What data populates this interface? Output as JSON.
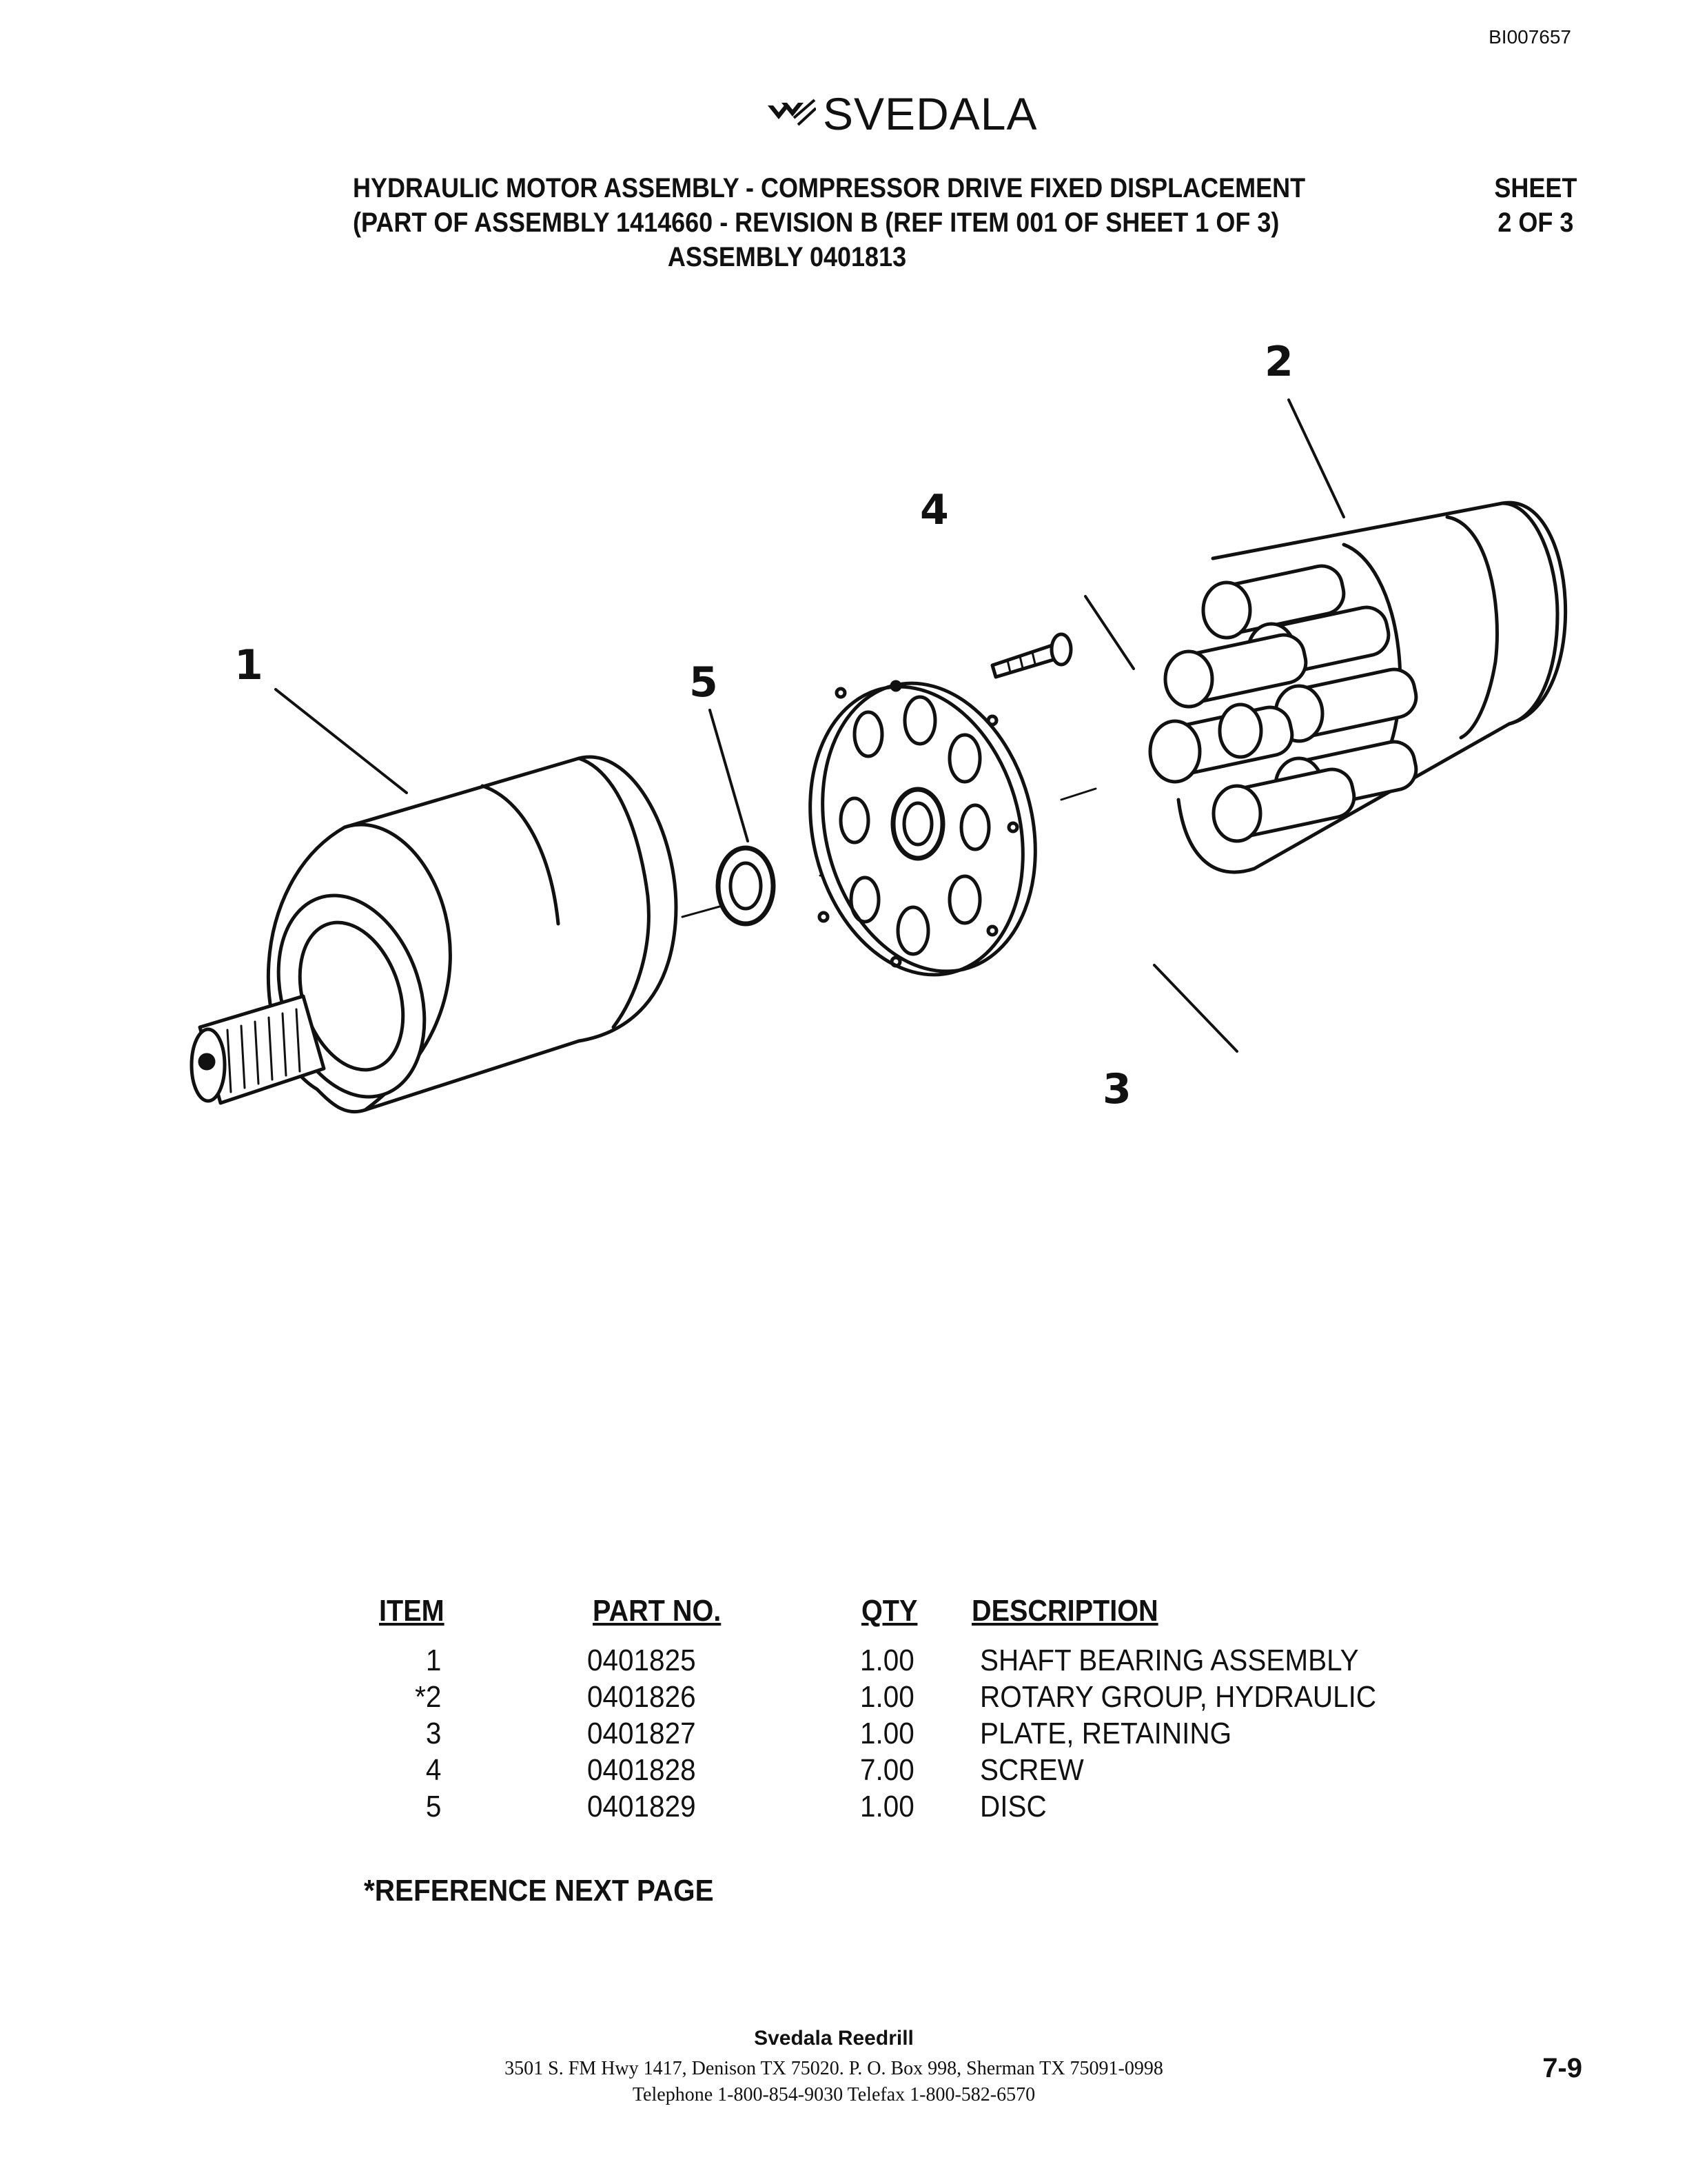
{
  "doc_id": "BI007657",
  "logo": {
    "icon": "svedala-chevron-icon",
    "text": "SVEDALA"
  },
  "title": {
    "line1": "HYDRAULIC MOTOR ASSEMBLY - COMPRESSOR DRIVE FIXED DISPLACEMENT",
    "line2": "(PART OF ASSEMBLY 1414660 - REVISION B (REF ITEM 001 OF SHEET 1 OF 3)",
    "line3": "ASSEMBLY 0401813"
  },
  "sheet": {
    "label": "SHEET",
    "value": "2 OF 3"
  },
  "callouts": [
    "1",
    "2",
    "3",
    "4",
    "5"
  ],
  "table": {
    "headers": {
      "item": "ITEM",
      "part": "PART NO.",
      "qty": "QTY",
      "desc": "DESCRIPTION"
    },
    "rows": [
      {
        "item": "1",
        "part": "0401825",
        "qty": "1.00",
        "desc": "SHAFT BEARING ASSEMBLY"
      },
      {
        "item": "*2",
        "part": "0401826",
        "qty": "1.00",
        "desc": "ROTARY GROUP, HYDRAULIC"
      },
      {
        "item": "3",
        "part": "0401827",
        "qty": "1.00",
        "desc": "PLATE, RETAINING"
      },
      {
        "item": "4",
        "part": "0401828",
        "qty": "7.00",
        "desc": "SCREW"
      },
      {
        "item": "5",
        "part": "0401829",
        "qty": "1.00",
        "desc": "DISC"
      }
    ]
  },
  "reference_note": "*REFERENCE NEXT PAGE",
  "footer": {
    "company": "Svedala Reedrill",
    "address": "3501 S. FM Hwy 1417, Denison TX 75020.   P. O. Box 998, Sherman TX 75091-0998",
    "phone": "Telephone 1-800-854-9030 Telefax 1-800-582-6570"
  },
  "page_number": "7-9"
}
